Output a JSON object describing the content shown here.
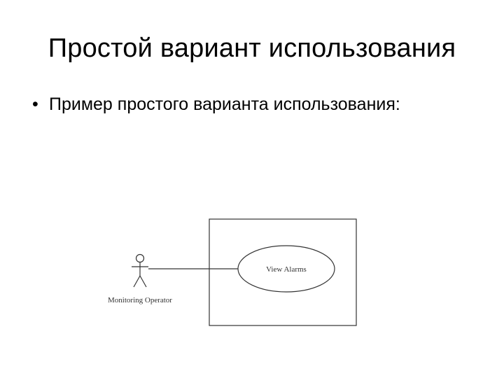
{
  "slide": {
    "title": "Простой вариант использования",
    "bullet_symbol": "•",
    "bullet_text": "Пример простого варианта использования:"
  },
  "diagram": {
    "actor_label": "Monitoring Operator",
    "use_case_label": "View Alarms"
  }
}
